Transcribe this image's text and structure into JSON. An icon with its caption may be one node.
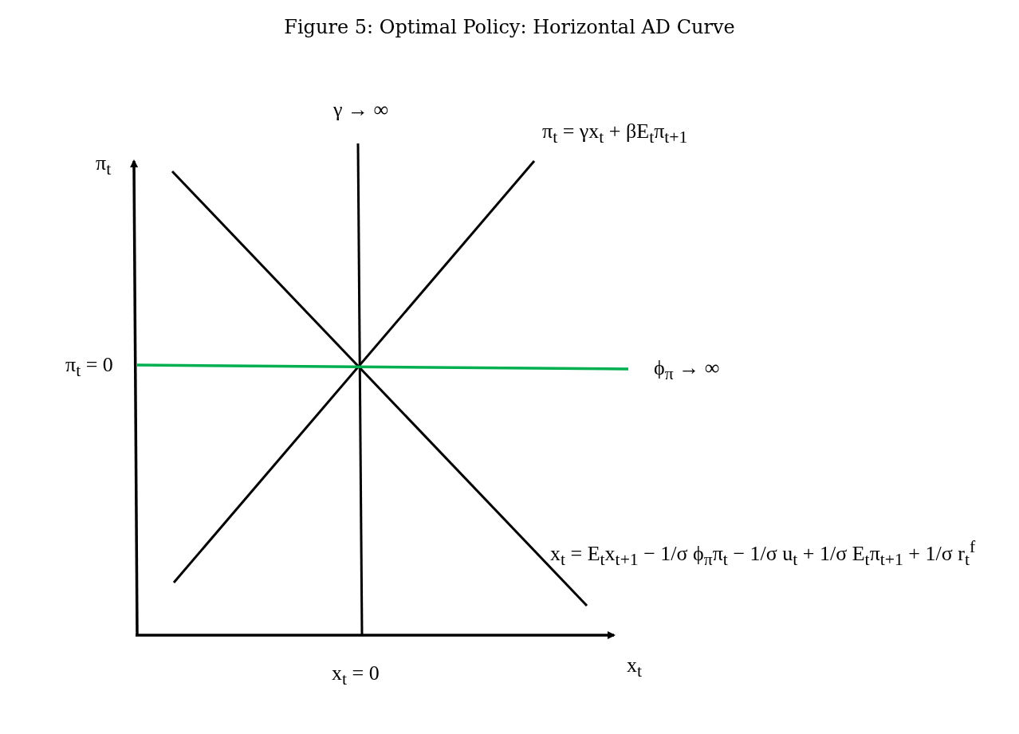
{
  "diagram": {
    "title": "Figure 5: Optimal Policy: Horizontal AD Curve",
    "labels": [
      "γ → ∞",
      "π$_{t}$ = γx$_{t}$ + βE$_{t}$π$_{t+1}$",
      "π$_{t}$",
      "π$_{t}$ = 0",
      "ϕ$_{π}$ → ∞",
      "x$_{t}$ = E$_{t}$x$_{t+1}$ − 1/σ ϕ$_{π}$π$_{t}$ − 1/σ u$_{t}$ + 1/σ E$_{t}$π$_{t+1}$ + 1/σ r$_{t}$$^{f}$",
      "x$_{t}$ = 0",
      "x$_{t}$"
    ]
  }
}
